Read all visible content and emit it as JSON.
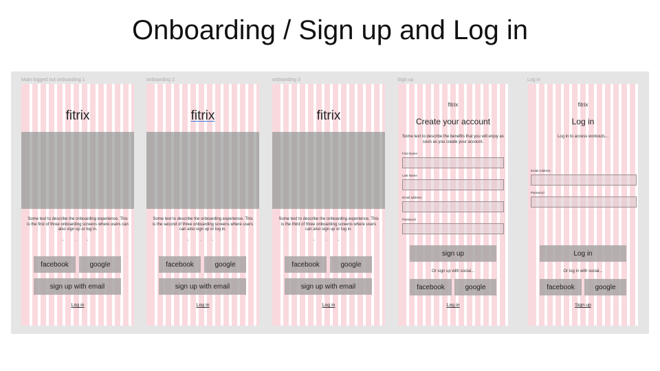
{
  "slide": {
    "title": "Onboarding / Sign up and Log in"
  },
  "frames": {
    "onboarding1": {
      "label": "Main logged out onboarding 1",
      "logo": "fitrix",
      "description": "Some text to describe the onboarding experience. This is the first of three onboarding screens where users can also sign up or log in.",
      "dots": "• • •",
      "facebook": "facebook",
      "google": "google",
      "signup_email": "sign up with email",
      "login_link": "Log in"
    },
    "onboarding2": {
      "label": "onboarding 2",
      "logo": "fitrix",
      "description": "Some text to describe the onboarding experience. This is the second of three onboarding screens where users can also sign up or log in.",
      "dots": "• • •",
      "facebook": "facebook",
      "google": "google",
      "signup_email": "sign up with email",
      "login_link": "Log in"
    },
    "onboarding3": {
      "label": "onboarding 3",
      "logo": "fitrix",
      "description": "Some text to describe the onboarding experience. This is the third of three onboarding screens where users can also sign up or log in.",
      "dots": "• • •",
      "facebook": "facebook",
      "google": "google",
      "signup_email": "sign up with email",
      "login_link": "Log in"
    },
    "signup": {
      "label": "Sign up",
      "logo": "fitrix",
      "heading": "Create your account",
      "description": "Some text to describe the benefits that you will enjoy as soon as you create your account.",
      "first_name_label": "First Name",
      "last_name_label": "Last Name",
      "email_label": "Email address",
      "password_label": "Password",
      "submit": "sign up",
      "or_social": "Or sign up with social...",
      "facebook": "facebook",
      "google": "google",
      "login_link": "Log in"
    },
    "login": {
      "label": "Log in",
      "logo": "fitrix",
      "heading": "Log in",
      "description": "Log in to access workouts...",
      "email_label": "Email Address",
      "password_label": "Password",
      "submit": "Log in",
      "or_social": "Or log in with social...",
      "facebook": "facebook",
      "google": "google",
      "signup_link": "Sign up"
    }
  },
  "colors": {
    "column_grid": "#f9d9de",
    "placeholder_gray": "#aaaaaa",
    "canvas": "#e5e5e5"
  }
}
